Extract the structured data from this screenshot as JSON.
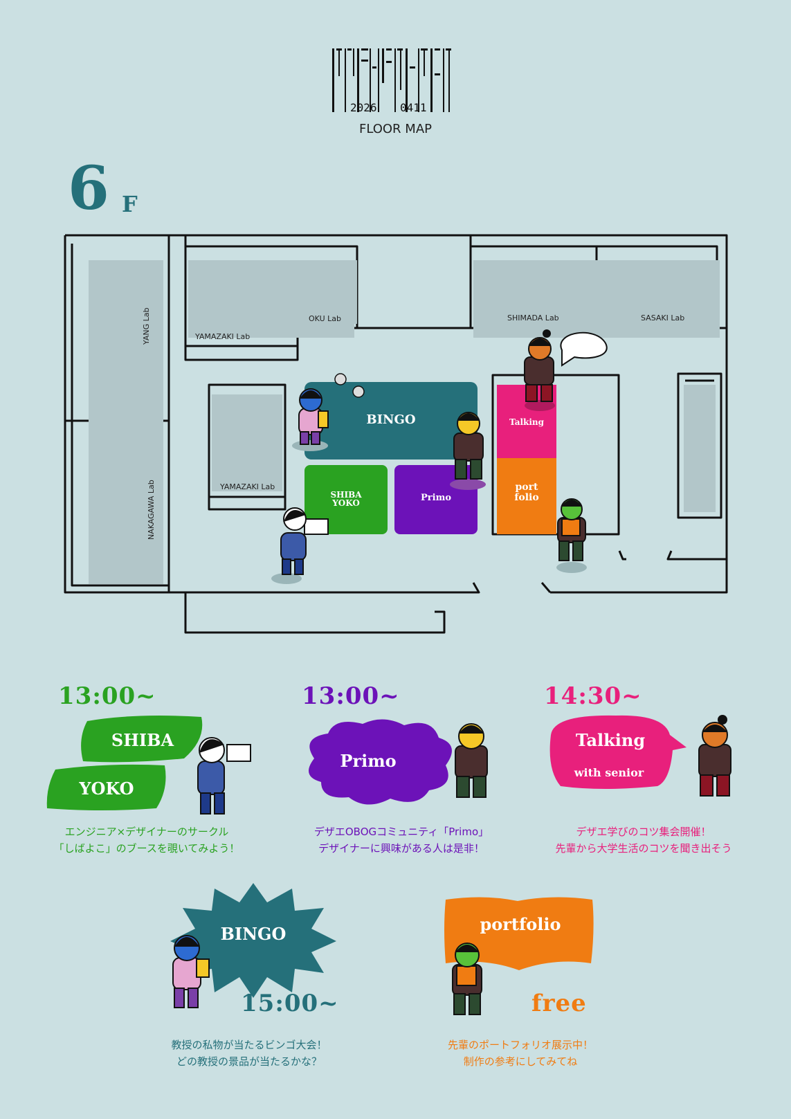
{
  "header": {
    "logo_text": "TOYOSU FLEA MARKET",
    "year": "2026",
    "date": "0411",
    "subtitle": "FLOOR MAP"
  },
  "floor": {
    "number": "6",
    "suffix": "F"
  },
  "map": {
    "labs": {
      "yang": "YANG Lab",
      "nakagawa": "NAKAGAWA Lab",
      "yamazaki_top": "YAMAZAKI Lab",
      "oku": "OKU Lab",
      "shimada": "SHIMADA Lab",
      "sasaki": "SASAKI Lab",
      "yamazaki_mid": "YAMAZAKI Lab"
    },
    "zones": {
      "bingo": "BINGO",
      "shibayoko_1": "SHIBA",
      "shibayoko_2": "YOKO",
      "primo": "Primo",
      "talking": "Talking",
      "portfolio_1": "port",
      "portfolio_2": "folio"
    }
  },
  "events": {
    "shibayoko": {
      "time": "13:00~",
      "title_1": "SHIBA",
      "title_2": "YOKO",
      "desc_1": "エンジニア×デザイナーのサークル",
      "desc_2": "「しばよこ」のブースを覗いてみよう！",
      "color": "#2aa221"
    },
    "primo": {
      "time": "13:00~",
      "title": "Primo",
      "desc_1": "デザエOBOGコミュニティ「Primo」",
      "desc_2": "デザイナーに興味がある人は是非！",
      "color": "#6c12b8"
    },
    "talking": {
      "time": "14:30~",
      "title_1": "Talking",
      "title_2": "with senior",
      "desc_1": "デザエ学びのコツ集会開催！",
      "desc_2": "先輩から大学生活のコツを聞き出そう",
      "color": "#e8207c"
    },
    "bingo": {
      "time": "15:00~",
      "title": "BINGO",
      "desc_1": "教授の私物が当たるビンゴ大会！",
      "desc_2": "どの教授の景品が当たるかな？",
      "color": "#25707a"
    },
    "portfolio": {
      "time": "free",
      "title": "portfolio",
      "desc_1": "先輩のポートフォリオ展示中！",
      "desc_2": "制作の参考にしてみてね",
      "color": "#f07c12"
    }
  },
  "colors": {
    "background": "#cbe0e2",
    "teal": "#25707a",
    "green": "#2aa221",
    "purple": "#6c12b8",
    "pink": "#e8207c",
    "orange": "#f07c12",
    "room_fill": "#b2c6c9"
  }
}
